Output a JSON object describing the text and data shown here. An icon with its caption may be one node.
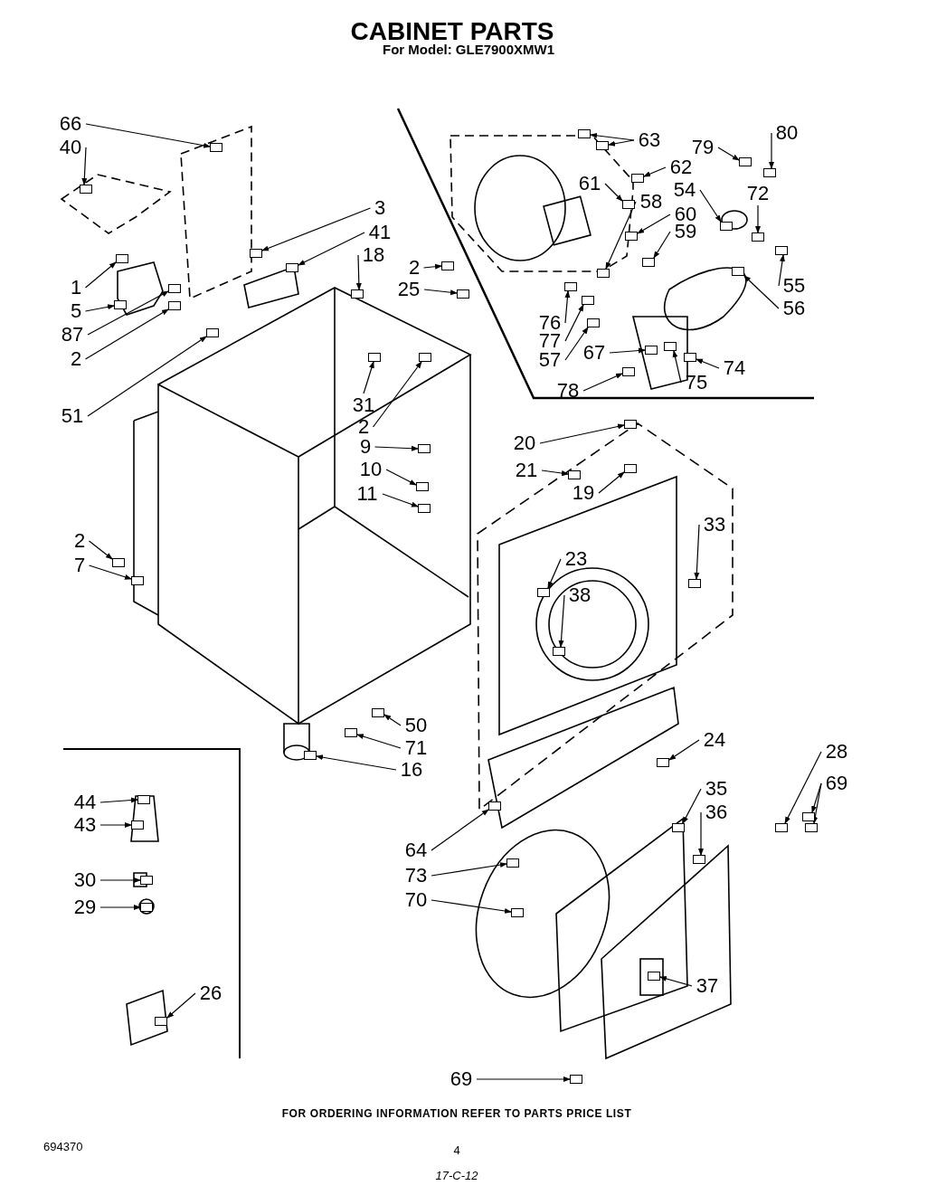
{
  "diagram": {
    "title": "CABINET PARTS",
    "nodes": [
      {
        "text": [
          "66"
        ]
      },
      {
        "text": [
          "40"
        ]
      },
      {
        "text": [
          "3"
        ]
      },
      {
        "text": [
          "41"
        ]
      },
      {
        "text": [
          "18"
        ]
      },
      {
        "text": [
          "1"
        ]
      },
      {
        "text": [
          "5"
        ]
      },
      {
        "text": [
          "87"
        ]
      },
      {
        "text": [
          "2"
        ]
      },
      {
        "text": [
          "51"
        ]
      },
      {
        "text": [
          "2"
        ]
      },
      {
        "text": [
          "25"
        ]
      },
      {
        "text": [
          "31"
        ]
      },
      {
        "text": [
          "2"
        ]
      },
      {
        "text": [
          "9"
        ]
      },
      {
        "text": [
          "10"
        ]
      },
      {
        "text": [
          "11"
        ]
      },
      {
        "text": [
          "2"
        ]
      },
      {
        "text": [
          "7"
        ]
      },
      {
        "text": [
          "50"
        ]
      },
      {
        "text": [
          "71"
        ]
      },
      {
        "text": [
          "16"
        ]
      },
      {
        "text": [
          "63"
        ]
      },
      {
        "text": [
          "62"
        ]
      },
      {
        "text": [
          "61"
        ]
      },
      {
        "text": [
          "58"
        ]
      },
      {
        "text": [
          "60"
        ]
      },
      {
        "text": [
          "59"
        ]
      },
      {
        "text": [
          "79"
        ]
      },
      {
        "text": [
          "80"
        ]
      },
      {
        "text": [
          "54"
        ]
      },
      {
        "text": [
          "72"
        ]
      },
      {
        "text": [
          "55"
        ]
      },
      {
        "text": [
          "56"
        ]
      },
      {
        "text": [
          "76"
        ]
      },
      {
        "text": [
          "77"
        ]
      },
      {
        "text": [
          "57"
        ]
      },
      {
        "text": [
          "67"
        ]
      },
      {
        "text": [
          "74"
        ]
      },
      {
        "text": [
          "75"
        ]
      },
      {
        "text": [
          "78"
        ]
      },
      {
        "text": [
          "20"
        ]
      },
      {
        "text": [
          "21"
        ]
      },
      {
        "text": [
          "19"
        ]
      },
      {
        "text": [
          "33"
        ]
      },
      {
        "text": [
          "23"
        ]
      },
      {
        "text": [
          "38"
        ]
      },
      {
        "text": [
          "24"
        ]
      },
      {
        "text": [
          "28"
        ]
      },
      {
        "text": [
          "69"
        ]
      },
      {
        "text": [
          "35"
        ]
      },
      {
        "text": [
          "36"
        ]
      },
      {
        "text": [
          "64"
        ]
      },
      {
        "text": [
          "73"
        ]
      },
      {
        "text": [
          "70"
        ]
      },
      {
        "text": [
          "37"
        ]
      },
      {
        "text": [
          "69"
        ]
      },
      {
        "text": [
          "44"
        ]
      },
      {
        "text": [
          "43"
        ]
      },
      {
        "text": [
          "30"
        ]
      },
      {
        "text": [
          "29"
        ]
      },
      {
        "text": [
          "26"
        ]
      },
      {
        "text": [],
        "shape": "box"
      },
      {
        "text": [],
        "shape": "box"
      },
      {
        "text": [],
        "shape": "box"
      },
      {
        "text": [],
        "shape": "box"
      },
      {
        "text": [],
        "shape": "box"
      },
      {
        "text": [],
        "shape": "box"
      },
      {
        "text": [],
        "shape": "box"
      },
      {
        "text": [],
        "shape": "box"
      },
      {
        "text": [],
        "shape": "box"
      },
      {
        "text": [],
        "shape": "box"
      },
      {
        "text": [],
        "shape": "box"
      },
      {
        "text": [],
        "shape": "box"
      },
      {
        "text": [],
        "shape": "box"
      },
      {
        "text": [],
        "shape": "box"
      },
      {
        "text": [],
        "shape": "box"
      },
      {
        "text": [],
        "shape": "box"
      },
      {
        "text": [],
        "shape": "box"
      },
      {
        "text": [],
        "shape": "box"
      },
      {
        "text": [],
        "shape": "box"
      },
      {
        "text": [],
        "shape": "box"
      },
      {
        "text": [],
        "shape": "box"
      },
      {
        "text": [],
        "shape": "box"
      },
      {
        "text": [],
        "shape": "box"
      },
      {
        "text": [],
        "shape": "box"
      },
      {
        "text": [],
        "shape": "box"
      },
      {
        "text": [],
        "shape": "box"
      },
      {
        "text": [],
        "shape": "box"
      },
      {
        "text": [],
        "shape": "box"
      },
      {
        "text": [],
        "shape": "box"
      },
      {
        "text": [],
        "shape": "box"
      },
      {
        "text": [],
        "shape": "box"
      },
      {
        "text": [],
        "shape": "box"
      },
      {
        "text": [],
        "shape": "box"
      },
      {
        "text": [],
        "shape": "box"
      },
      {
        "text": [],
        "shape": "box"
      },
      {
        "text": [],
        "shape": "box"
      },
      {
        "text": [],
        "shape": "box"
      },
      {
        "text": [],
        "shape": "box"
      },
      {
        "text": [],
        "shape": "box"
      },
      {
        "text": [],
        "shape": "box"
      },
      {
        "text": [],
        "shape": "box"
      },
      {
        "text": [],
        "shape": "box"
      },
      {
        "text": [],
        "shape": "box"
      },
      {
        "text": [],
        "shape": "box"
      },
      {
        "text": [],
        "shape": "box"
      },
      {
        "text": [],
        "shape": "box"
      },
      {
        "text": [],
        "shape": "box"
      },
      {
        "text": [],
        "shape": "box"
      },
      {
        "text": [],
        "shape": "box"
      },
      {
        "text": [],
        "shape": "box"
      },
      {
        "text": [],
        "shape": "box"
      },
      {
        "text": [],
        "shape": "box"
      },
      {
        "text": [],
        "shape": "box"
      },
      {
        "text": [],
        "shape": "box"
      },
      {
        "text": [],
        "shape": "box"
      },
      {
        "text": [],
        "shape": "box"
      },
      {
        "text": [],
        "shape": "box"
      },
      {
        "text": [],
        "shape": "box"
      },
      {
        "text": [],
        "shape": "box"
      },
      {
        "text": [],
        "shape": "box"
      },
      {
        "text": [],
        "shape": "box"
      },
      {
        "text": [],
        "shape": "box"
      },
      {
        "text": [],
        "shape": "box"
      },
      {
        "text": [],
        "shape": "box"
      }
    ],
    "edges": [
      {
        "from": 0,
        "to": 62,
        "arrow": "to"
      },
      {
        "from": 1,
        "to": 63,
        "arrow": "to"
      },
      {
        "from": 2,
        "to": 64,
        "arrow": "to"
      },
      {
        "from": 3,
        "to": 65,
        "arrow": "to"
      },
      {
        "from": 4,
        "to": 66,
        "arrow": "to"
      },
      {
        "from": 5,
        "to": 67,
        "arrow": "to"
      },
      {
        "from": 6,
        "to": 68,
        "arrow": "to"
      },
      {
        "from": 7,
        "to": 69,
        "arrow": "to"
      },
      {
        "from": 8,
        "to": 70,
        "arrow": "to"
      },
      {
        "from": 9,
        "to": 71,
        "arrow": "to"
      },
      {
        "from": 10,
        "to": 72,
        "arrow": "to"
      },
      {
        "from": 11,
        "to": 73,
        "arrow": "to"
      },
      {
        "from": 12,
        "to": 74,
        "arrow": "to"
      },
      {
        "from": 13,
        "to": 75,
        "arrow": "to"
      },
      {
        "from": 14,
        "to": 76,
        "arrow": "to"
      },
      {
        "from": 15,
        "to": 77,
        "arrow": "to"
      },
      {
        "from": 16,
        "to": 78,
        "arrow": "to"
      },
      {
        "from": 17,
        "to": 79,
        "arrow": "to"
      },
      {
        "from": 18,
        "to": 80,
        "arrow": "to"
      },
      {
        "from": 19,
        "to": 81,
        "arrow": "to"
      },
      {
        "from": 20,
        "to": 82,
        "arrow": "to"
      },
      {
        "from": 21,
        "to": 83,
        "arrow": "to"
      },
      {
        "from": 22,
        "to": 84,
        "arrow": "to"
      },
      {
        "from": 22,
        "to": 85,
        "arrow": "to"
      },
      {
        "from": 23,
        "to": 86,
        "arrow": "to"
      },
      {
        "from": 24,
        "to": 87,
        "arrow": "to"
      },
      {
        "from": 25,
        "to": 88,
        "arrow": "to"
      },
      {
        "from": 26,
        "to": 89,
        "arrow": "to"
      },
      {
        "from": 27,
        "to": 90,
        "arrow": "to"
      },
      {
        "from": 28,
        "to": 91,
        "arrow": "to"
      },
      {
        "from": 29,
        "to": 92,
        "arrow": "to"
      },
      {
        "from": 30,
        "to": 93,
        "arrow": "to"
      },
      {
        "from": 31,
        "to": 94,
        "arrow": "to"
      },
      {
        "from": 32,
        "to": 95,
        "arrow": "to"
      },
      {
        "from": 33,
        "to": 96,
        "arrow": "to"
      },
      {
        "from": 34,
        "to": 97,
        "arrow": "to"
      },
      {
        "from": 35,
        "to": 98,
        "arrow": "to"
      },
      {
        "from": 36,
        "to": 99,
        "arrow": "to"
      },
      {
        "from": 37,
        "to": 100,
        "arrow": "to"
      },
      {
        "from": 38,
        "to": 101,
        "arrow": "to"
      },
      {
        "from": 39,
        "to": 102,
        "arrow": "to"
      },
      {
        "from": 40,
        "to": 103,
        "arrow": "to"
      },
      {
        "from": 41,
        "to": 104,
        "arrow": "to"
      },
      {
        "from": 42,
        "to": 105,
        "arrow": "to"
      },
      {
        "from": 43,
        "to": 106,
        "arrow": "to"
      },
      {
        "from": 44,
        "to": 107,
        "arrow": "to"
      },
      {
        "from": 45,
        "to": 108,
        "arrow": "to"
      },
      {
        "from": 46,
        "to": 109,
        "arrow": "to"
      },
      {
        "from": 47,
        "to": 110,
        "arrow": "to"
      },
      {
        "from": 48,
        "to": 111,
        "arrow": "to"
      },
      {
        "from": 49,
        "to": 112,
        "arrow": "to"
      },
      {
        "from": 49,
        "to": 113,
        "arrow": "to"
      },
      {
        "from": 50,
        "to": 114,
        "arrow": "to"
      },
      {
        "from": 51,
        "to": 115,
        "arrow": "to"
      },
      {
        "from": 52,
        "to": 116,
        "arrow": "to"
      },
      {
        "from": 53,
        "to": 117,
        "arrow": "to"
      },
      {
        "from": 54,
        "to": 118,
        "arrow": "to"
      },
      {
        "from": 55,
        "to": 119,
        "arrow": "to"
      },
      {
        "from": 56,
        "to": 120,
        "arrow": "to"
      },
      {
        "from": 57,
        "to": 121,
        "arrow": "to"
      },
      {
        "from": 58,
        "to": 122,
        "arrow": "to"
      },
      {
        "from": 59,
        "to": 123,
        "arrow": "to"
      },
      {
        "from": 60,
        "to": 124,
        "arrow": "to"
      },
      {
        "from": 61,
        "to": 125,
        "arrow": "to"
      }
    ],
    "labels": [
      "For Model: GLE7900XMW1",
      "FOR ORDERING INFORMATION REFER TO PARTS PRICE LIST",
      "694370",
      "4",
      "17-C-12"
    ]
  }
}
